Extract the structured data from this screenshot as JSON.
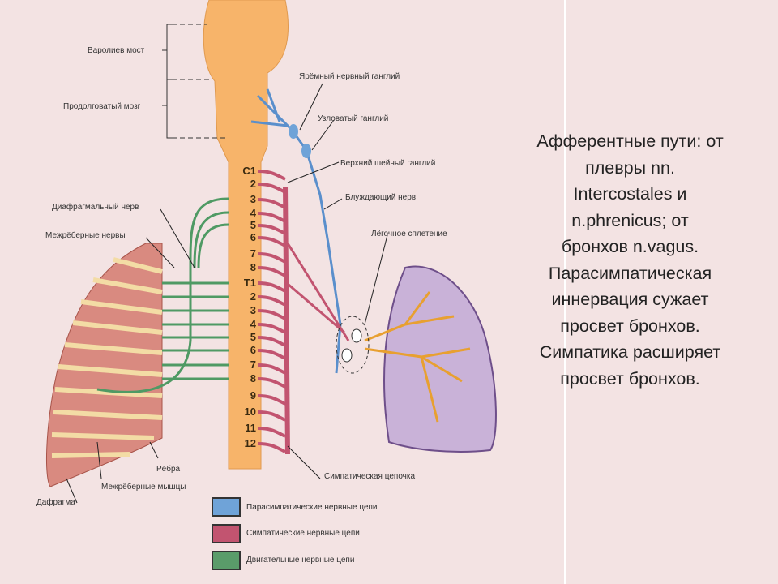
{
  "labels": {
    "pons": "Варолиев мост",
    "medulla": "Продолговатый мозг",
    "jugular_ganglion": "Ярёмный нервный ганглий",
    "nodose_ganglion": "Узловатый ганглий",
    "superior_cervical_ganglion": "Верхний шейный ганглий",
    "vagus_nerve": "Блуждающий нерв",
    "pulmonary_plexus": "Лёгочное сплетение",
    "phrenic_nerve": "Диафрагмальный нерв",
    "intercostal_nerves": "Межрёберные нервы",
    "ribs": "Рёбра",
    "intercostal_muscles": "Межрёберные мышцы",
    "diaphragm": "Дафрагма",
    "sympathetic_chain": "Симпатическая цепочка"
  },
  "segments": [
    "C1",
    "2",
    "3",
    "4",
    "5",
    "6",
    "7",
    "8",
    "T1",
    "2",
    "3",
    "4",
    "5",
    "6",
    "7",
    "8",
    "9",
    "10",
    "11",
    "12"
  ],
  "legend": [
    {
      "label": "Парасимпатические нервные цепи",
      "color": "#6fa3d8"
    },
    {
      "label": "Симпатические нервные цепи",
      "color": "#c25470"
    },
    {
      "label": "Двигательные нервные цепи",
      "color": "#5a9c6a"
    }
  ],
  "main_text": [
    "Афферентные пути: от",
    "плевры nn.",
    "Intercostales  и",
    "n.phrenicus; от",
    "бронхов n.vagus.",
    "Парасимпатическая",
    "иннервация сужает",
    "просвет бронхов.",
    "Симпатика расширяет",
    "просвет бронхов."
  ]
}
